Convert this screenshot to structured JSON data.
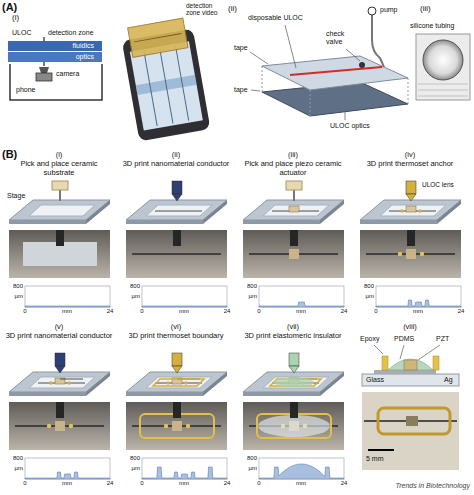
{
  "diagram": {
    "nodes": [
      {
        "text": [
          "fluidics"
        ]
      },
      {
        "text": [
          "optics"
        ]
      }
    ],
    "labels": [
      "(A)",
      "(i)",
      "ULOC",
      "detection zone",
      "camera",
      "phone",
      "detection zone video",
      "(ii)",
      "disposable ULOC",
      "pump",
      "tape",
      "check valve",
      "silicone tubing",
      "tape",
      "ULOC optics",
      "(iii)",
      "(B)",
      "(i)",
      "Pick and place ceramic substrate",
      "800",
      "µm",
      "0",
      "mm",
      "24",
      "(ii)",
      "3D print nanomaterial conductor",
      "800",
      "µm",
      "0",
      "mm",
      "24",
      "(iii)",
      "Pick and place piezo ceramic actuator",
      "800",
      "µm",
      "0",
      "mm",
      "24",
      "(iv)",
      "3D print thermoset anchor",
      "800",
      "µm",
      "0",
      "mm",
      "24",
      "(v)",
      "3D print nanomaterial conductor",
      "800",
      "µm",
      "0",
      "mm",
      "24",
      "(vi)",
      "3D print thermoset boundary",
      "800",
      "µm",
      "0",
      "mm",
      "24",
      "(vii)",
      "3D print elastomeric insulator",
      "800",
      "µm",
      "0",
      "mm",
      "24",
      "Stage",
      "ULOC lens",
      "(viii)",
      "Epoxy",
      "PDMS",
      "PZT",
      "Ag",
      "Glass",
      "5 mm",
      "Trends in Biotechnology"
    ]
  }
}
